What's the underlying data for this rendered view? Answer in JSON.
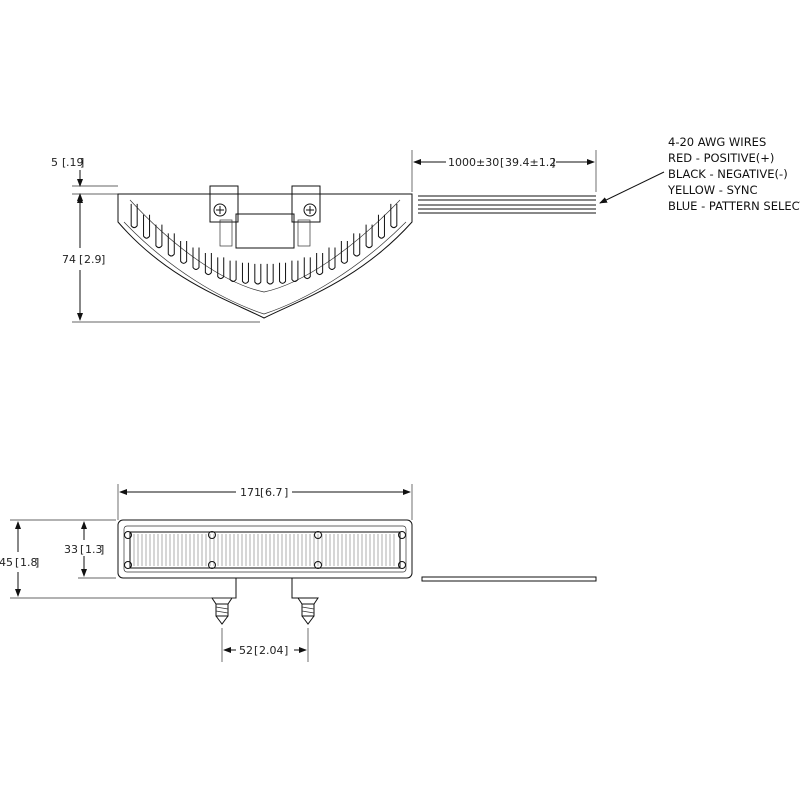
{
  "top_view": {
    "dim_height": "74",
    "dim_height_in": "2.9",
    "dim_flange": "5",
    "dim_flange_in": ".19",
    "dim_wire_length": "1000±30",
    "dim_wire_length_in": "39.4±1.2"
  },
  "wire_notes": [
    "4-20 AWG WIRES",
    "RED - POSITIVE(+)",
    "BLACK - NEGATIVE(-)",
    "YELLOW - SYNC",
    "BLUE - PATTERN SELECT"
  ],
  "front_view": {
    "dim_width": "171",
    "dim_width_in": "6.7",
    "dim_total_height": "45",
    "dim_total_height_in": "1.8",
    "dim_lens_height": "33",
    "dim_lens_height_in": "1.3",
    "dim_stud_spacing": "52",
    "dim_stud_spacing_in": "2.04"
  }
}
